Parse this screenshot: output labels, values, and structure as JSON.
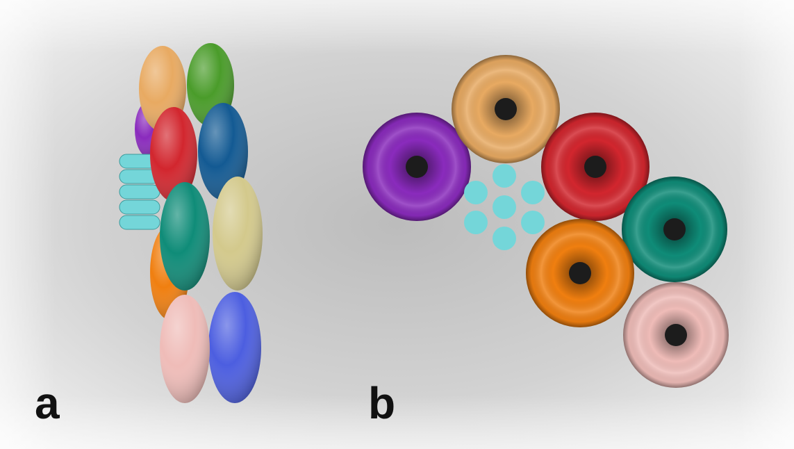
{
  "labels": {
    "a": "a",
    "b": "b"
  },
  "colors": {
    "purple": "#8a2bbd",
    "tan": "#e8aa62",
    "green": "#4a9c2a",
    "red": "#d2262e",
    "navy": "#135a93",
    "teal": "#0f8c78",
    "khaki": "#d3c98c",
    "orange": "#f07f10",
    "pink": "#efbcb8",
    "blue": "#4c5ee0",
    "cyan": "#74d6d9"
  },
  "views": [
    {
      "panel": "a",
      "view": "side"
    },
    {
      "panel": "b",
      "view": "top"
    }
  ]
}
